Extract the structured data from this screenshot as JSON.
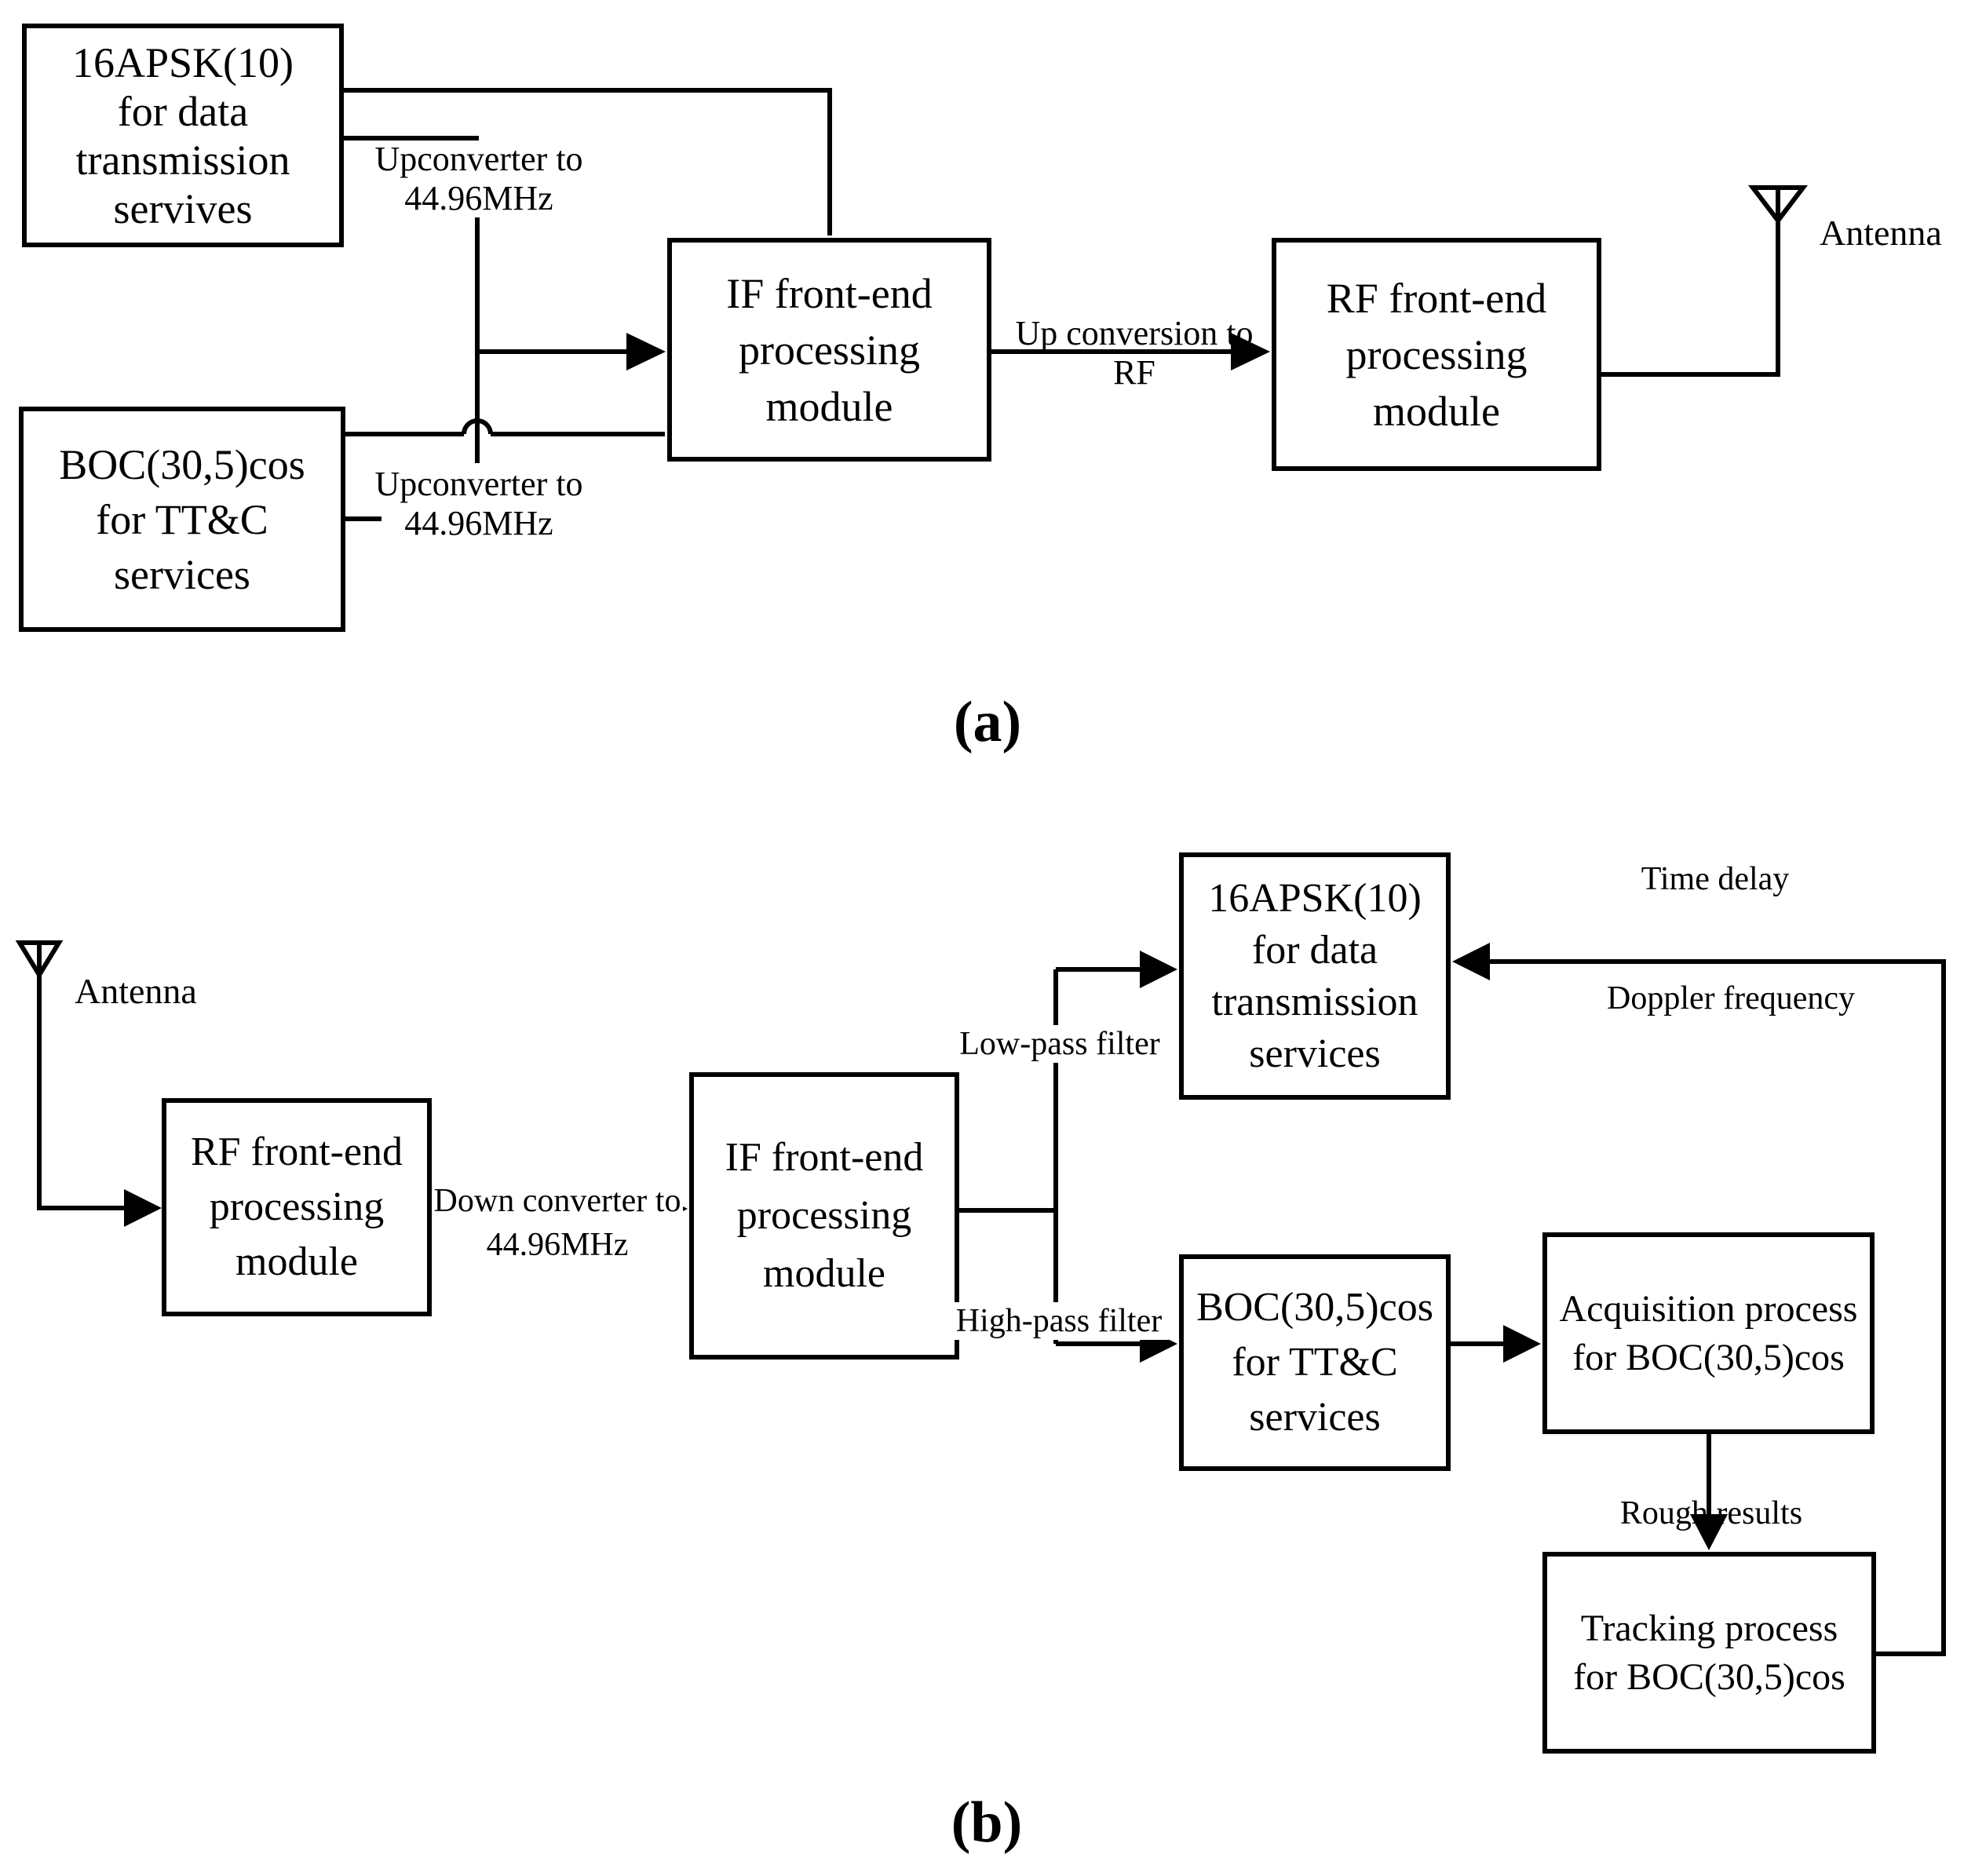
{
  "figure": {
    "type": "block-diagram",
    "ink_color": "#000000",
    "background_color": "#ffffff",
    "icons": {
      "antenna": "antenna-icon (outlined down-triangle on mast)"
    }
  },
  "diagram_a": {
    "caption": "(a)",
    "boxes": {
      "apsk": {
        "lines": [
          "16APSK(10)",
          "for data",
          "transmission",
          "servives"
        ]
      },
      "boc": {
        "lines": [
          "BOC(30,5)cos",
          "for TT&C",
          "services"
        ]
      },
      "if_module": {
        "lines": [
          "IF front-end",
          "processing",
          "module"
        ]
      },
      "rf_module": {
        "lines": [
          "RF front-end",
          "processing",
          "module"
        ]
      }
    },
    "labels": {
      "upconverter1": {
        "lines": [
          "Upconverter to",
          "44.96MHz"
        ]
      },
      "upconverter2": {
        "lines": [
          "Upconverter to",
          "44.96MHz"
        ]
      },
      "up_conversion": {
        "lines": [
          "Up conversion to",
          "RF"
        ]
      },
      "antenna": "Antenna"
    }
  },
  "diagram_b": {
    "caption": "(b)",
    "boxes": {
      "rf_module": {
        "lines": [
          "RF front-end",
          "processing",
          "module"
        ]
      },
      "if_module": {
        "lines": [
          "IF front-end",
          "processing",
          "module"
        ]
      },
      "apsk": {
        "lines": [
          "16APSK(10)",
          "for data",
          "transmission",
          "services"
        ]
      },
      "boc": {
        "lines": [
          "BOC(30,5)cos",
          "for TT&C",
          "services"
        ]
      },
      "acquisition": {
        "lines": [
          "Acquisition process",
          "for BOC(30,5)cos"
        ]
      },
      "tracking": {
        "lines": [
          "Tracking process",
          "for BOC(30,5)cos"
        ]
      }
    },
    "labels": {
      "antenna": "Antenna",
      "down_converter": {
        "lines": [
          "Down converter to",
          "44.96MHz"
        ]
      },
      "low_pass": "Low-pass filter",
      "high_pass": "High-pass filter",
      "time_delay": "Time delay",
      "doppler": "Doppler frequency",
      "rough_results": "Rough results"
    }
  }
}
